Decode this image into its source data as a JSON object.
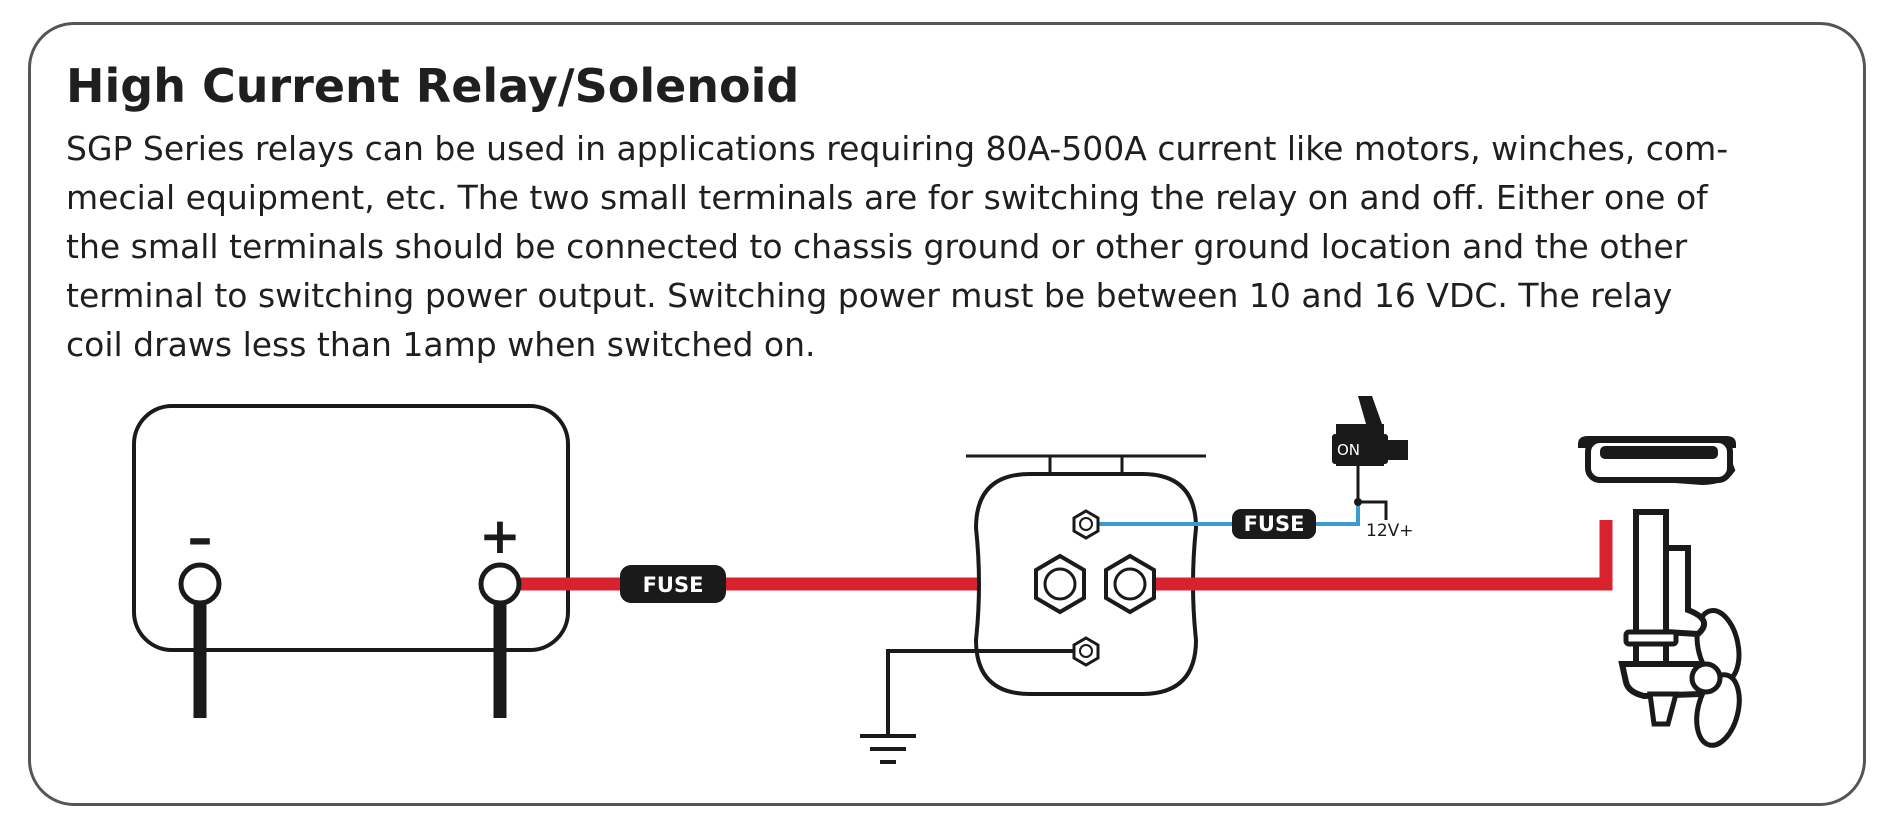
{
  "header": {
    "title": "High Current Relay/Solenoid"
  },
  "description": {
    "lines": [
      "SGP Series relays can be used in applications requiring 80A-500A current like motors, winches, com-",
      "mecial equipment, etc. The two small terminals are for switching the relay on and off. Either one of",
      "the small terminals should be connected to chassis ground or other ground location and the other",
      "terminal to switching power output. Switching power must be between 10 and 16 VDC. The relay",
      "coil draws less than 1amp when switched on."
    ]
  },
  "diagram": {
    "battery": {
      "negative_sign": "–",
      "positive_sign": "+"
    },
    "main_fuse_label": "FUSE",
    "control_fuse_label": "FUSE",
    "switch_label": "ON",
    "supply_label": "12V+",
    "colors": {
      "power_wire": "#d8232f",
      "control_wire": "#3a9bd0",
      "outline": "#1a1a1a",
      "fuse_fill": "#1a1a1a",
      "panel_border": "#555555"
    }
  }
}
